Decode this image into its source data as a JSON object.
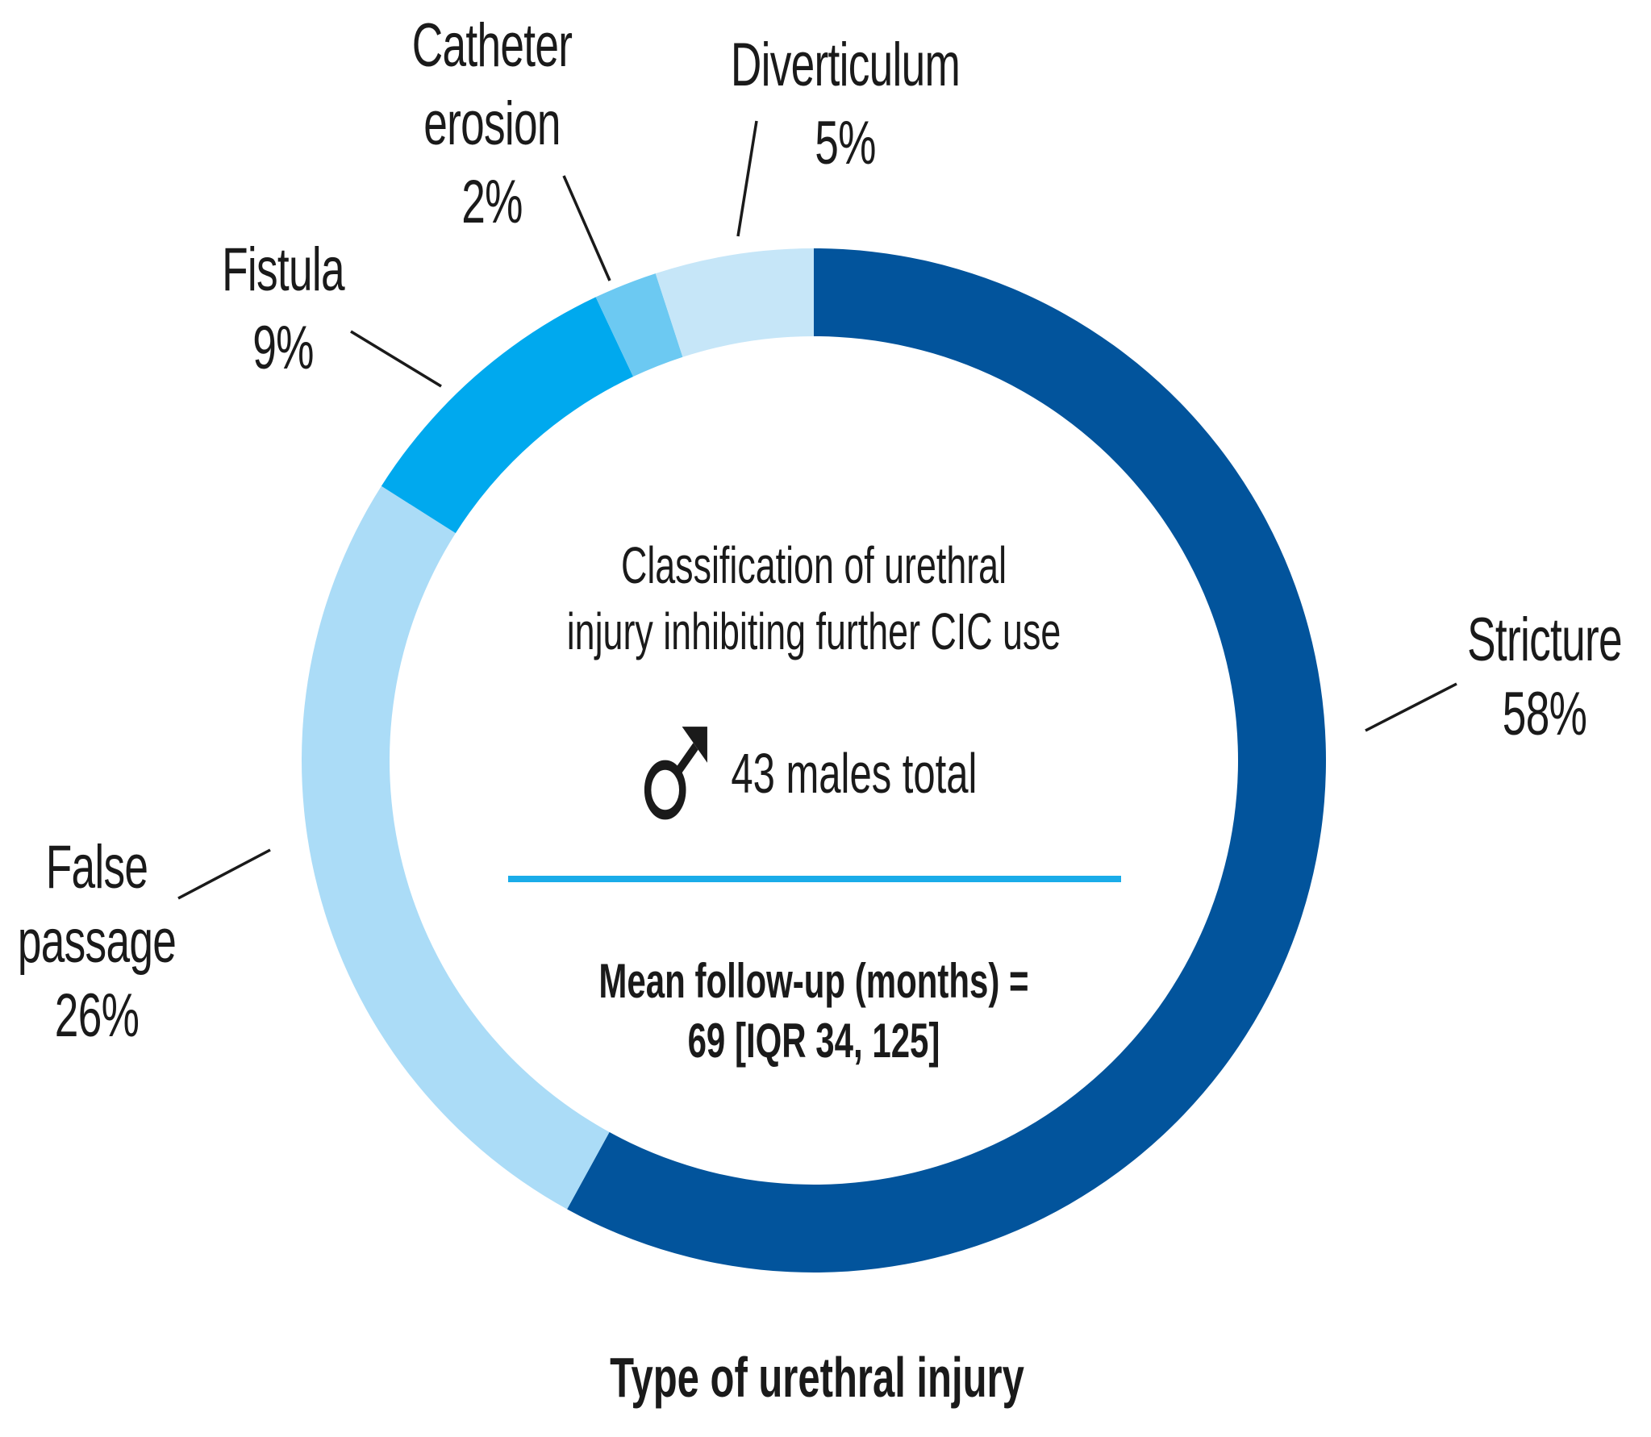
{
  "chart_data": {
    "type": "pie",
    "subtype": "donut",
    "direction": "clockwise",
    "start_angle_deg": 0,
    "title": "Type of urethral injury",
    "center_title_lines": [
      "Classification of urethral",
      "injury inhibiting further CIC use"
    ],
    "male_symbol": "male-sign",
    "total_label": "43 males total",
    "followup_lines": [
      "Mean follow-up (months) =",
      "69 [IQR 34, 125]"
    ],
    "divider_color": "#1AACE9",
    "text_color": "#1a1a1a",
    "categories": [
      "Stricture",
      "False passage",
      "Fistula",
      "Catheter erosion",
      "Diverticulum"
    ],
    "values": [
      58,
      26,
      9,
      2,
      5
    ],
    "slices": [
      {
        "label": "Stricture",
        "pct": 58,
        "color": "#02549C",
        "label_lines": [
          "Stricture",
          "58%"
        ]
      },
      {
        "label": "False passage",
        "pct": 26,
        "color": "#ABDCF7",
        "label_lines": [
          "False",
          "passage",
          "26%"
        ]
      },
      {
        "label": "Fistula",
        "pct": 9,
        "color": "#00A9EE",
        "label_lines": [
          "Fistula",
          "9%"
        ]
      },
      {
        "label": "Catheter erosion",
        "pct": 2,
        "color": "#6CC9F2",
        "label_lines": [
          "Catheter",
          "erosion",
          "2%"
        ]
      },
      {
        "label": "Diverticulum",
        "pct": 5,
        "color": "#C6E6F8",
        "label_lines": [
          "Diverticulum",
          "5%"
        ]
      }
    ],
    "legend_position": "callout-labels",
    "grid": false
  }
}
